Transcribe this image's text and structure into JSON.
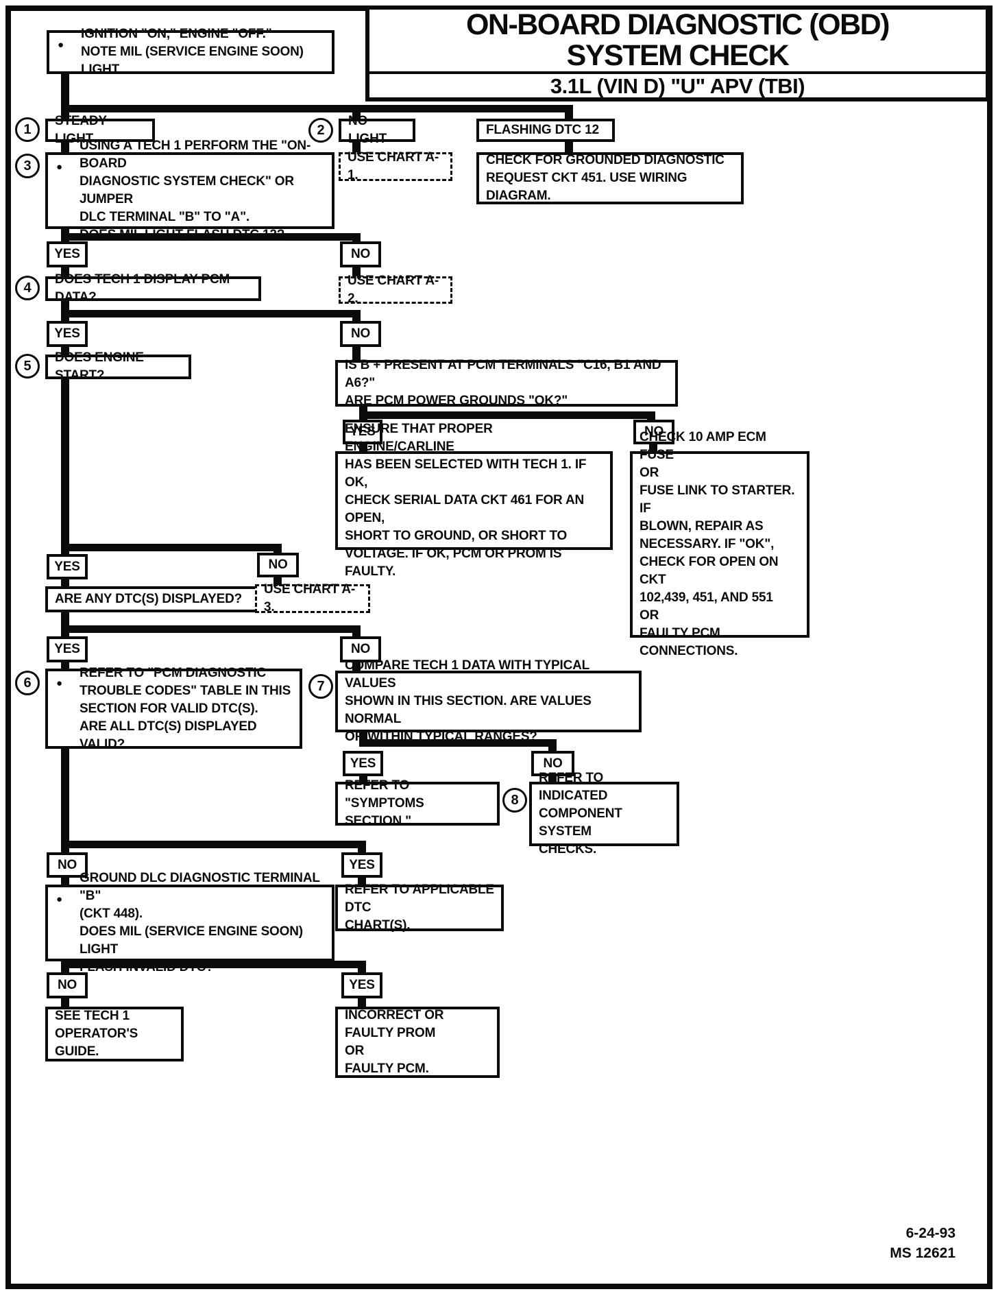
{
  "title": {
    "line1": "ON-BOARD DIAGNOSTIC (OBD)",
    "line2": "SYSTEM CHECK",
    "subtitle": "3.1L (VIN D) \"U\" APV (TBI)"
  },
  "bullet": "●",
  "labels": {
    "yes": "YES",
    "no": "NO"
  },
  "circles": [
    "1",
    "2",
    "3",
    "4",
    "5",
    "6",
    "7",
    "8"
  ],
  "nodes": {
    "ignition": {
      "text": "IGNITION \"ON,\" ENGINE \"OFF.\"\nNOTE MIL (SERVICE ENGINE SOON) LIGHT."
    },
    "steady_light": {
      "text": "STEADY LIGHT"
    },
    "no_light": {
      "text": "NO LIGHT"
    },
    "flashing": {
      "text": "FLASHING DTC 12"
    },
    "tech1_check": {
      "text": "USING A TECH 1 PERFORM THE \"ON-BOARD\nDIAGNOSTIC SYSTEM CHECK\" OR JUMPER\nDLC TERMINAL \"B\" TO \"A\".\nDOES MIL LIGHT FLASH DTC 12?"
    },
    "chart_a1": {
      "text": "USE CHART A-1."
    },
    "grounded": {
      "text": "CHECK FOR GROUNDED DIAGNOSTIC\nREQUEST CKT 451.  USE WIRING DIAGRAM."
    },
    "pcm_data": {
      "text": "DOES TECH 1 DISPLAY PCM DATA?"
    },
    "chart_a2": {
      "text": "USE CHART A-2."
    },
    "engine_start": {
      "text": "DOES ENGINE START?"
    },
    "b_plus": {
      "text": "IS B +  PRESENT AT PCM TERMINALS \"C16, B1 AND A6?\"\nARE PCM POWER GROUNDS \"OK?\""
    },
    "ensure": {
      "text": "ENSURE THAT PROPER ENGINE/CARLINE\nHAS BEEN SELECTED WITH TECH 1.  IF OK,\nCHECK SERIAL DATA CKT 461 FOR AN OPEN,\nSHORT TO GROUND, OR SHORT TO\nVOLTAGE.  IF OK, PCM OR PROM IS FAULTY."
    },
    "fuse": {
      "text": "CHECK 10 AMP ECM FUSE\nOR\nFUSE LINK TO STARTER.  IF\nBLOWN, REPAIR AS\nNECESSARY.   IF \"OK\",\nCHECK FOR OPEN ON CKT\n102,439, 451, AND 551\nOR\nFAULTY PCM\nCONNECTIONS."
    },
    "any_dtc": {
      "text": "ARE ANY DTC(S) DISPLAYED?"
    },
    "chart_a3": {
      "text": "USE CHART A-3."
    },
    "valid_dtc": {
      "text": "REFER TO \"PCM DIAGNOSTIC\nTROUBLE CODES\" TABLE IN THIS\nSECTION FOR VALID DTC(S).\nARE ALL DTC(S) DISPLAYED VALID?"
    },
    "compare": {
      "text": "COMPARE TECH 1 DATA WITH TYPICAL VALUES\nSHOWN IN THIS SECTION.  ARE VALUES NORMAL\nOR WITHIN TYPICAL RANGES?"
    },
    "symptoms": {
      "text": "REFER TO \"SYMPTOMS\nSECTION.\""
    },
    "component": {
      "text": "REFER TO INDICATED\nCOMPONENT SYSTEM\nCHECKS."
    },
    "ground_dlc": {
      "text": "GROUND DLC DIAGNOSTIC TERMINAL \"B\"\n(CKT 448).\nDOES MIL (SERVICE ENGINE SOON) LIGHT\nFLASH INVALID DTC?"
    },
    "dtc_charts": {
      "text": "REFER TO APPLICABLE DTC\nCHART(S)."
    },
    "tech1_guide": {
      "text": "SEE TECH 1\nOPERATOR'S GUIDE."
    },
    "faulty_prom": {
      "text": "INCORRECT OR FAULTY PROM\nOR\nFAULTY PCM."
    }
  },
  "footer": {
    "date": "6-24-93",
    "doc": "MS 12621"
  }
}
